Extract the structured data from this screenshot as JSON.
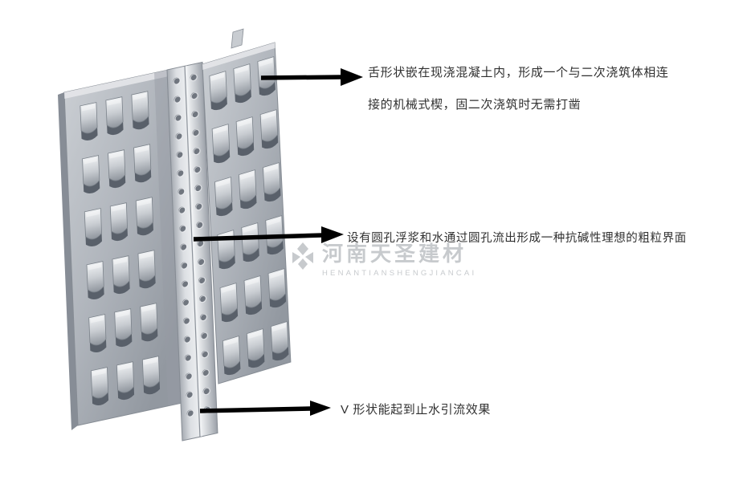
{
  "annotations": [
    {
      "id": "tongue-wedge",
      "lines": [
        "舌形状嵌在现浇混凝土内，形成一个与二次浇筑体相连",
        "接的机械式楔，固二次浇筑时无需打凿"
      ]
    },
    {
      "id": "round-holes",
      "lines": [
        "设有圆孔浮浆和水通过圆孔流出形成一种抗碱性理想的粗粒界面"
      ]
    },
    {
      "id": "v-shape",
      "lines": [
        "V 形状能起到止水引流效果"
      ]
    }
  ],
  "watermark": {
    "cn": "河南天圣建材",
    "en": "HENANTIANSHENGJIANCAI"
  },
  "colors": {
    "arrow": "#000000",
    "text": "#303030",
    "watermark": "#9aa0a6"
  }
}
